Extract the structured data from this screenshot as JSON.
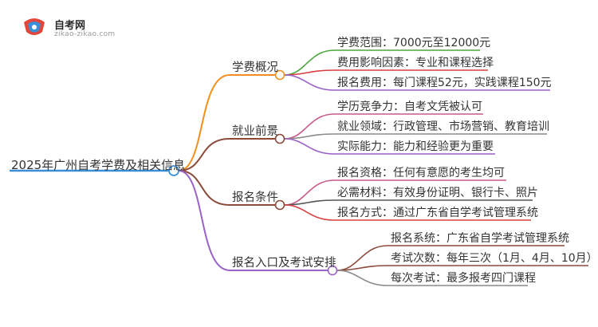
{
  "logo": {
    "name": "自考网",
    "url": "zikao-zikao.com"
  },
  "mindmap": {
    "root": "2025年广州自考学费及相关信息",
    "branches": [
      {
        "label": "学费概况",
        "color": "#f0901e",
        "leaves": [
          {
            "text": "学费范围：7000元至12000元",
            "color": "#4aa83a"
          },
          {
            "text": "费用影响因素：专业和课程选择",
            "color": "#d94040"
          },
          {
            "text": "报名费用：每门课程52元，实践课程150元",
            "color": "#9a62c8"
          }
        ]
      },
      {
        "label": "就业前景",
        "color": "#8b4a3a",
        "leaves": [
          {
            "text": "学历竞争力：自考文凭被认可",
            "color": "#c85a8a"
          },
          {
            "text": "就业领域：行政管理、市场营销、教育培训",
            "color": "#8a8a8a"
          },
          {
            "text": "实际能力：能力和经验更为重要",
            "color": "#9a62c8"
          }
        ]
      },
      {
        "label": "报名条件",
        "color": "#8b4a3a",
        "leaves": [
          {
            "text": "报名资格：任何有意愿的考生均可",
            "color": "#c85a8a"
          },
          {
            "text": "必需材料：有效身份证明、银行卡、照片",
            "color": "#555555"
          },
          {
            "text": "报名方式：通过广东省自学考试管理系统",
            "color": "#d94040"
          }
        ]
      },
      {
        "label": "报名入口及考试安排",
        "color": "#9a62c8",
        "leaves": [
          {
            "text": "报名系统：广东省自学考试管理系统",
            "color": "#8b4a3a"
          },
          {
            "text": "考试次数：每年三次（1月、4月、10月）",
            "color": "#8b4a3a"
          },
          {
            "text": "每次考试：最多报考四门课程",
            "color": "#8a8a8a"
          }
        ]
      }
    ]
  }
}
